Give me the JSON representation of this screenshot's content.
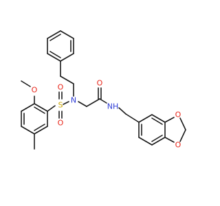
{
  "atoms": {
    "methoxy_o": {
      "label": "O",
      "color": "#e8261a"
    },
    "sulfonyl_o_top": {
      "label": "O",
      "color": "#e8261a"
    },
    "sulfur": {
      "label": "S",
      "color": "#c9a400"
    },
    "sulfonyl_o_bottom": {
      "label": "O",
      "color": "#e8261a"
    },
    "sulfonamide_n": {
      "label": "N",
      "color": "#2d3bd6"
    },
    "carbonyl_o": {
      "label": "O",
      "color": "#e8261a"
    },
    "amide_nh": {
      "label": "NH",
      "color": "#2d3bd6"
    },
    "dioxole_o_top": {
      "label": "O",
      "color": "#e8261a"
    },
    "dioxole_o_bottom": {
      "label": "O",
      "color": "#e8261a"
    }
  }
}
